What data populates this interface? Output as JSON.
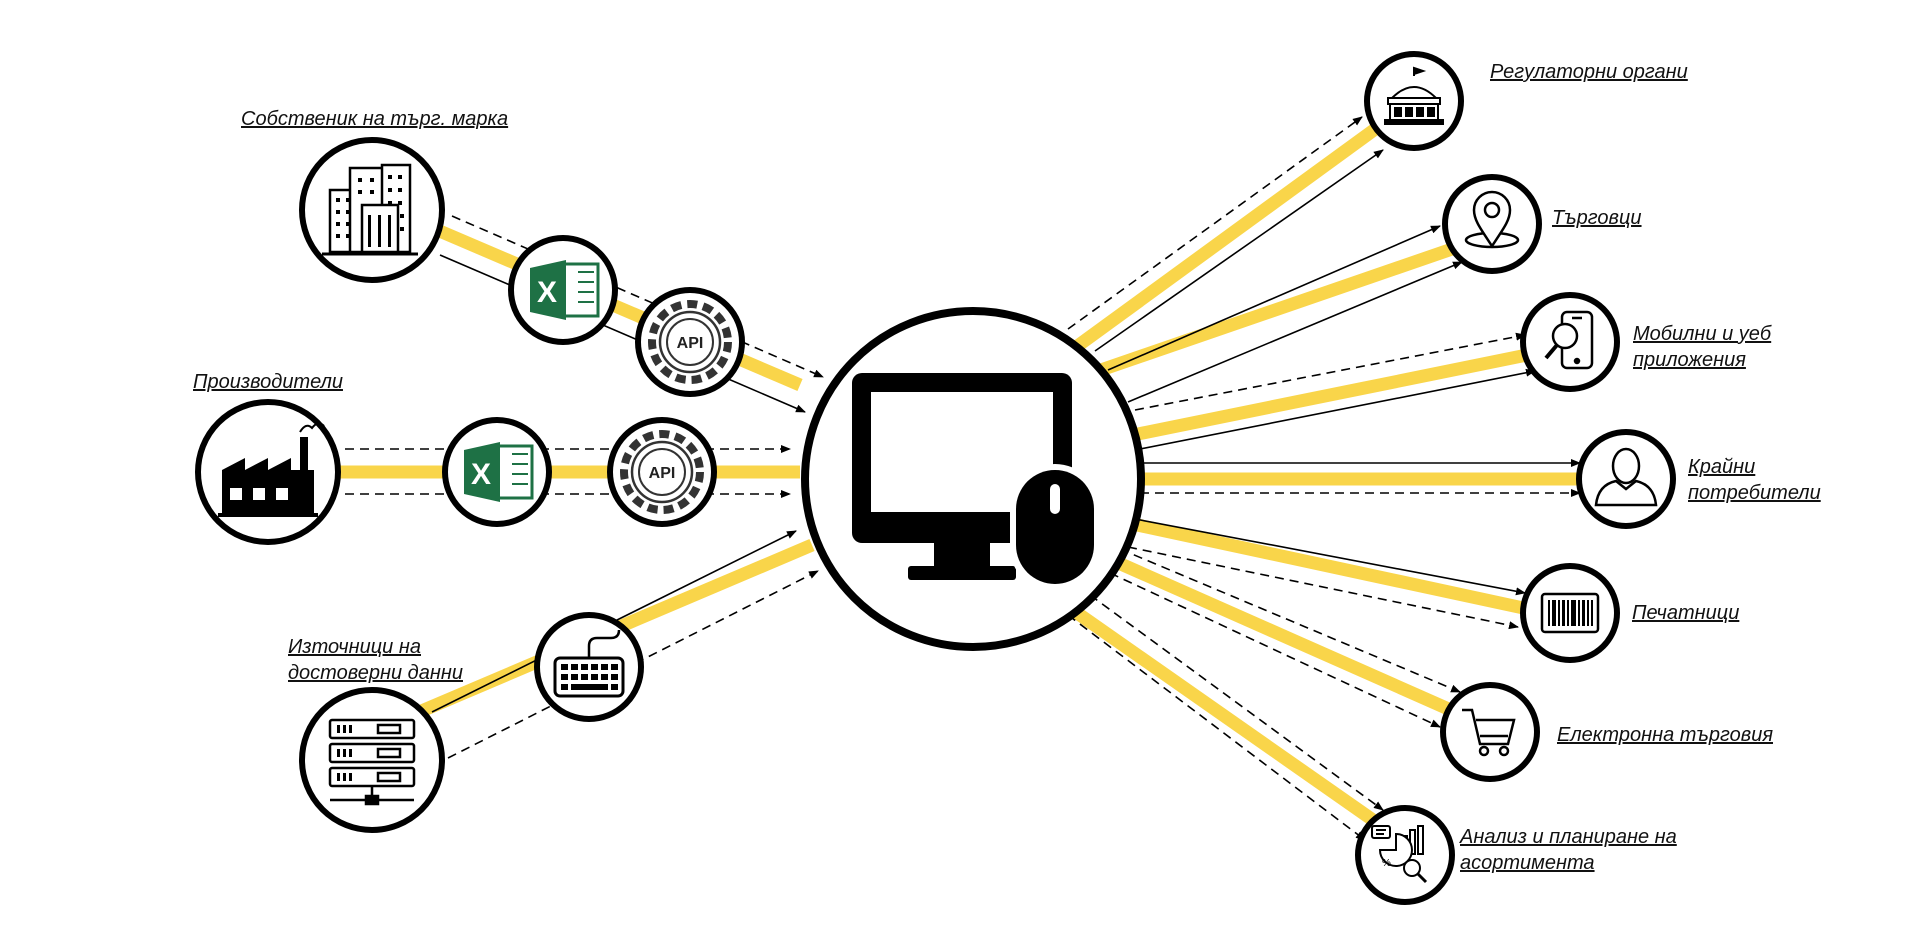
{
  "colors": {
    "accent": "#F9D54A",
    "stroke": "#000000",
    "excel": "#1E7145",
    "background": "#FFFFFF"
  },
  "sources": [
    {
      "id": "brand-owner",
      "label": "Собственик на търг. марка",
      "icon": "buildings-icon"
    },
    {
      "id": "manufacturers",
      "label": "Производители",
      "icon": "factory-icon"
    },
    {
      "id": "reliable-data",
      "label_lines": [
        "Източници на",
        "достоверни данни"
      ],
      "icon": "server-icon"
    }
  ],
  "connectors": [
    {
      "id": "excel-1",
      "icon": "excel-icon",
      "text": "X"
    },
    {
      "id": "api-1",
      "icon": "api-gear-icon",
      "text": "API"
    },
    {
      "id": "excel-2",
      "icon": "excel-icon",
      "text": "X"
    },
    {
      "id": "api-2",
      "icon": "api-gear-icon",
      "text": "API"
    },
    {
      "id": "keyboard",
      "icon": "keyboard-icon"
    }
  ],
  "hub": {
    "icon": "monitor-mouse-icon"
  },
  "targets": [
    {
      "id": "regulators",
      "label": "Регулаторни органи",
      "icon": "government-building-icon"
    },
    {
      "id": "retailers",
      "label": "Търговци",
      "icon": "location-pin-icon"
    },
    {
      "id": "apps",
      "label_lines": [
        "Мобилни и уеб",
        "приложения"
      ],
      "icon": "phone-search-icon"
    },
    {
      "id": "consumers",
      "label_lines": [
        "Крайни",
        "потребители"
      ],
      "icon": "user-icon"
    },
    {
      "id": "printers",
      "label": "Печатници",
      "icon": "barcode-icon"
    },
    {
      "id": "ecommerce",
      "label": "Електронна търговия",
      "icon": "shopping-cart-icon"
    },
    {
      "id": "analysis",
      "label_lines": [
        "Анализ и планиране на",
        "асортимента"
      ],
      "icon": "analytics-icon"
    }
  ]
}
